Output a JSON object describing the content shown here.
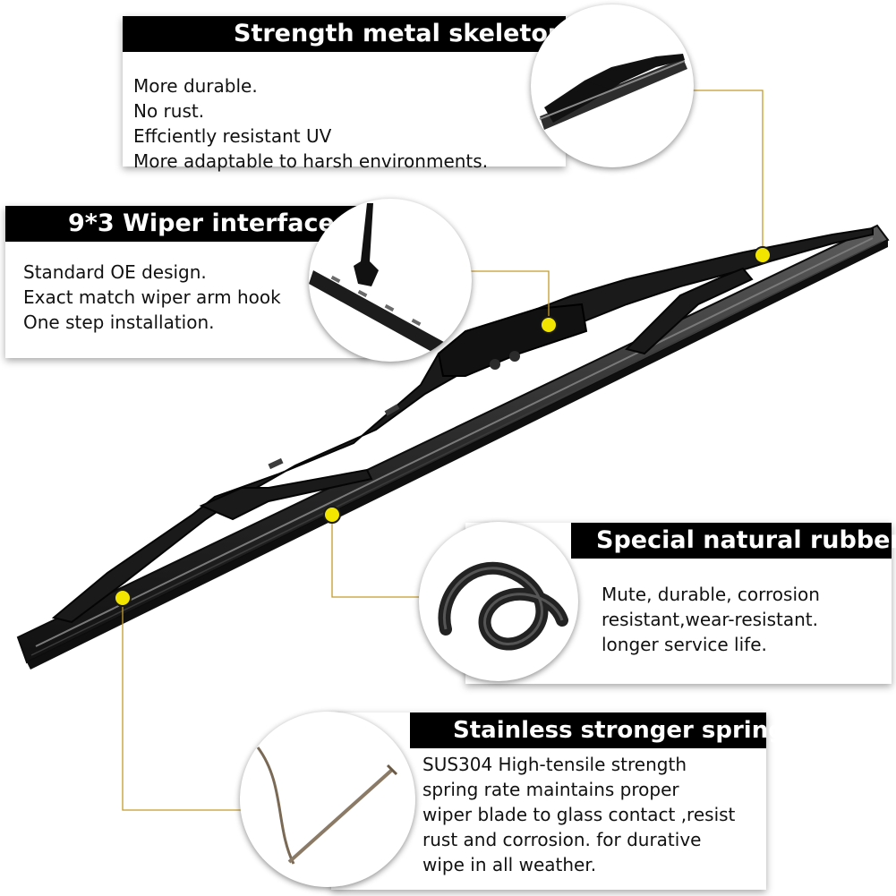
{
  "features": [
    {
      "id": "skeleton",
      "title": "Strength metal skeleton",
      "lines": [
        "More durable.",
        "No rust.",
        "Effciently resistant UV",
        "More adaptable to harsh environments."
      ],
      "icon": "wiper-frame-closeup-icon"
    },
    {
      "id": "interface",
      "title": "9*3 Wiper interface",
      "lines": [
        "Standard OE design.",
        "Exact match wiper arm hook",
        "One step installation."
      ],
      "icon": "wiper-arm-hook-icon"
    },
    {
      "id": "rubber",
      "title": "Special natural rubber",
      "lines": [
        "Mute, durable, corrosion",
        "resistant,wear-resistant.",
        "longer service life."
      ],
      "icon": "rubber-strip-icon"
    },
    {
      "id": "spring",
      "title": "Stainless stronger spring",
      "lines": [
        "SUS304 High-tensile strength",
        "spring rate maintains proper",
        "wiper blade to glass contact ,resist",
        "rust and corrosion. for durative",
        "wipe in all weather."
      ],
      "icon": "steel-spring-icon"
    }
  ],
  "product": {
    "icon": "wiper-blade-icon"
  },
  "colors": {
    "title_bg": "#000000",
    "title_text": "#ffffff",
    "callout_dot": "#f2e600",
    "leader_line": "#c59a2a",
    "blade": "#1b1b1b"
  }
}
